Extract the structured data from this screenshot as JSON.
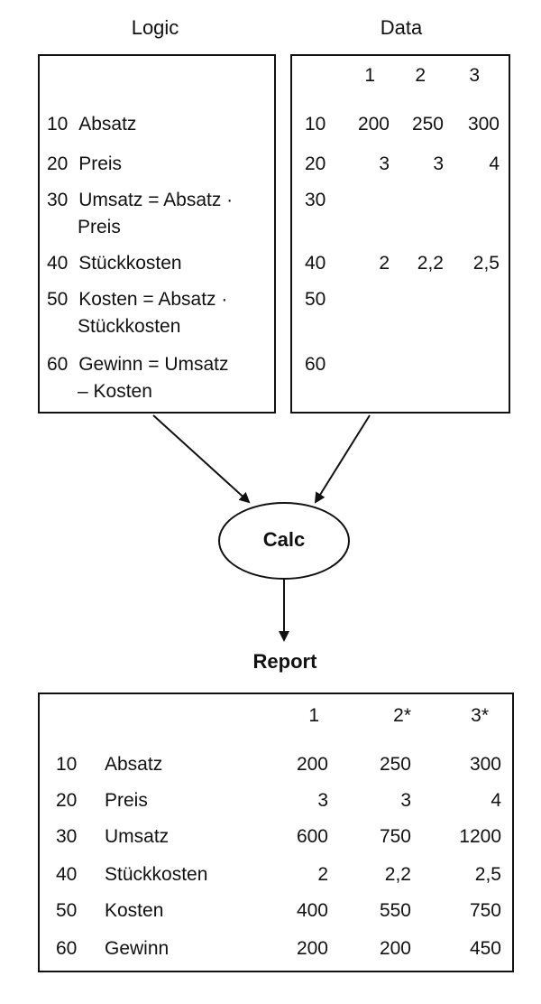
{
  "logic": {
    "title": "Logic",
    "rows": [
      {
        "num": "10",
        "text": "Absatz"
      },
      {
        "num": "20",
        "text": "Preis"
      },
      {
        "num": "30",
        "text": "Umsatz = Absatz ·",
        "text2": "Preis"
      },
      {
        "num": "40",
        "text": "Stückkosten"
      },
      {
        "num": "50",
        "text": "Kosten = Absatz ·",
        "text2": "Stückkosten"
      },
      {
        "num": "60",
        "text": "Gewinn = Umsatz",
        "text2": "– Kosten"
      }
    ]
  },
  "data": {
    "title": "Data",
    "columns": [
      "1",
      "2",
      "3"
    ],
    "rows": [
      {
        "num": "10",
        "values": [
          "200",
          "250",
          "300"
        ]
      },
      {
        "num": "20",
        "values": [
          "3",
          "3",
          "4"
        ]
      },
      {
        "num": "30",
        "values": [
          "",
          "",
          ""
        ]
      },
      {
        "num": "40",
        "values": [
          "2",
          "2,2",
          "2,5"
        ]
      },
      {
        "num": "50",
        "values": [
          "",
          "",
          ""
        ]
      },
      {
        "num": "60",
        "values": [
          "",
          "",
          ""
        ]
      }
    ]
  },
  "calc": {
    "label": "Calc"
  },
  "report": {
    "title": "Report",
    "columns": [
      "1",
      "2*",
      "3*"
    ],
    "rows": [
      {
        "num": "10",
        "label": "Absatz",
        "values": [
          "200",
          "250",
          "300"
        ]
      },
      {
        "num": "20",
        "label": "Preis",
        "values": [
          "3",
          "3",
          "4"
        ]
      },
      {
        "num": "30",
        "label": "Umsatz",
        "values": [
          "600",
          "750",
          "1200"
        ]
      },
      {
        "num": "40",
        "label": "Stückkosten",
        "values": [
          "2",
          "2,2",
          "2,5"
        ]
      },
      {
        "num": "50",
        "label": "Kosten",
        "values": [
          "400",
          "550",
          "750"
        ]
      },
      {
        "num": "60",
        "label": "Gewinn",
        "values": [
          "200",
          "200",
          "450"
        ]
      }
    ]
  }
}
